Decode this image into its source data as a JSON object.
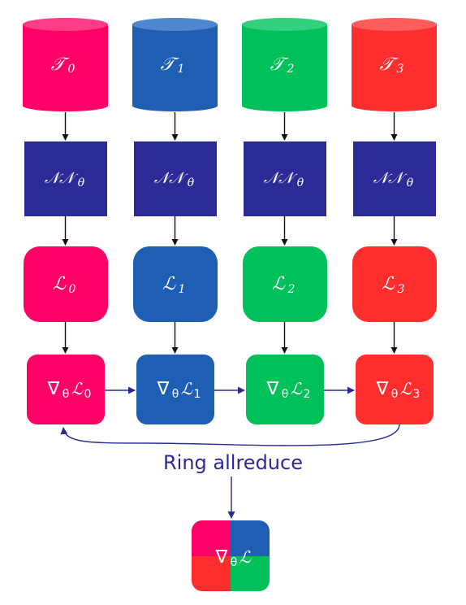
{
  "colors": {
    "worker0": "#ff0066",
    "worker1": "#1e5fb4",
    "worker2": "#00c05a",
    "worker3": "#ff2e2e",
    "network": "#2b2a96",
    "arrow": "#2b2a96",
    "connector": "#111111"
  },
  "columns": [
    {
      "dataset_symbol": "𝒯",
      "dataset_index": "0",
      "network_label": "𝒩𝒩",
      "network_sub": "θ",
      "loss_symbol": "ℒ",
      "loss_index": "0",
      "grad_symbol": "∇",
      "grad_sub": "θ",
      "grad_loss": "ℒ",
      "grad_index": "0"
    },
    {
      "dataset_symbol": "𝒯",
      "dataset_index": "1",
      "network_label": "𝒩𝒩",
      "network_sub": "θ",
      "loss_symbol": "ℒ",
      "loss_index": "1",
      "grad_symbol": "∇",
      "grad_sub": "θ",
      "grad_loss": "ℒ",
      "grad_index": "1"
    },
    {
      "dataset_symbol": "𝒯",
      "dataset_index": "2",
      "network_label": "𝒩𝒩",
      "network_sub": "θ",
      "loss_symbol": "ℒ",
      "loss_index": "2",
      "grad_symbol": "∇",
      "grad_sub": "θ",
      "grad_loss": "ℒ",
      "grad_index": "2"
    },
    {
      "dataset_symbol": "𝒯",
      "dataset_index": "3",
      "network_label": "𝒩𝒩",
      "network_sub": "θ",
      "loss_symbol": "ℒ",
      "loss_index": "3",
      "grad_symbol": "∇",
      "grad_sub": "θ",
      "grad_loss": "ℒ",
      "grad_index": "3"
    }
  ],
  "ring_label": "Ring allreduce",
  "result": {
    "grad_symbol": "∇",
    "grad_sub": "θ",
    "loss_symbol": "ℒ"
  }
}
